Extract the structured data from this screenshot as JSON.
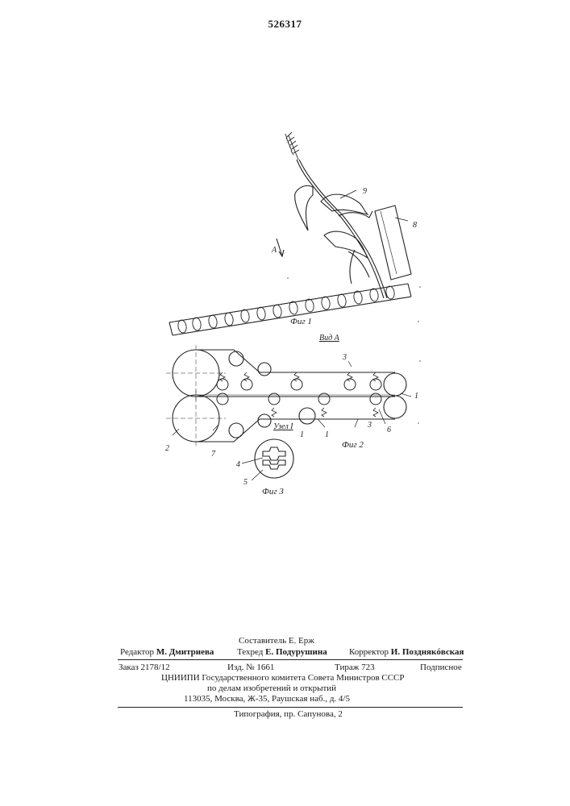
{
  "patent_number": "526317",
  "figures": {
    "fig1_caption": "Фиг 1",
    "fig2_caption": "Фиг 2",
    "fig3_caption": "Фиг 3",
    "view_label": "Вид А",
    "node_label": "Узел I",
    "arrow_label": "А",
    "callouts": {
      "n1a": "1",
      "n1b": "1",
      "n1c": "1",
      "n2": "2",
      "n3a": "3",
      "n3b": "3",
      "n4": "4",
      "n5": "5",
      "n6": "6",
      "n7": "7",
      "n8": "8",
      "n9": "9"
    }
  },
  "imprint": {
    "compiler": "Составитель Е. Ерж",
    "editor_label": "Редактор",
    "editor_name": "М. Дмитриева",
    "techred_label": "Техред",
    "techred_name": "Е. Подурушина",
    "corrector_label": "Корректор",
    "corrector_name": "И. Позднякóвская",
    "order": "Заказ 2178/12",
    "edition": "Изд. № 1661",
    "circulation": "Тираж 723",
    "subscription": "Подписное",
    "institute": "ЦНИИПИ Государственного комитета Совета Министров СССР",
    "affairs": "по делам изобретений и открытий",
    "address": "113035, Москва, Ж-35, Раушская наб., д. 4/5",
    "printing": "Типография, пр. Сапунова, 2"
  }
}
